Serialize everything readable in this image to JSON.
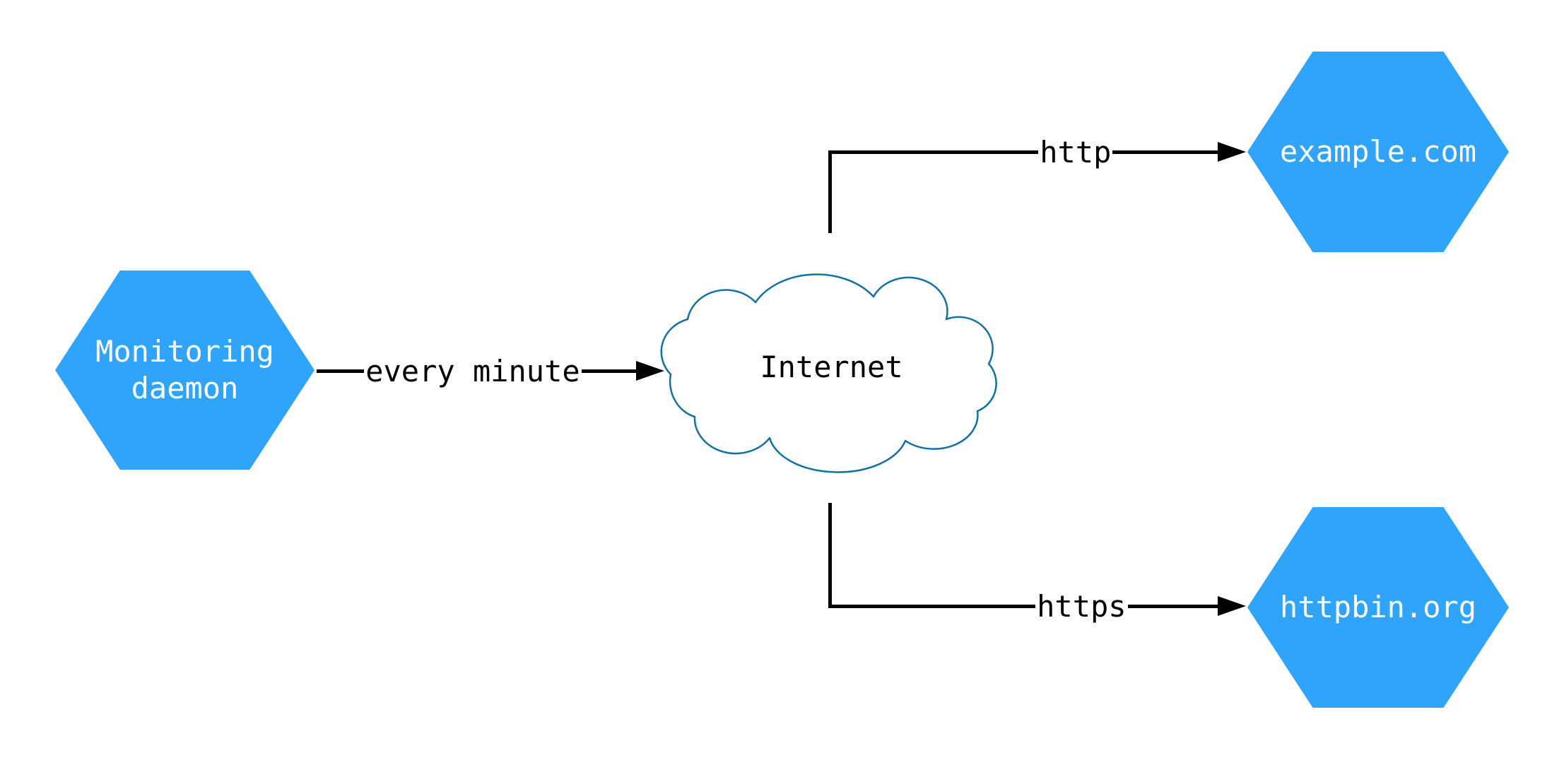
{
  "diagram": {
    "title": "monitoring-daemon-network-diagram",
    "colors": {
      "background": "#ffffff",
      "node_fill": "#2fa4fa",
      "node_text": "#ffffff",
      "cloud_stroke": "#1172a2",
      "cloud_fill": "#ffffff",
      "edge": "#000000",
      "edge_label_text": "#000000"
    },
    "nodes": {
      "monitoring_daemon": {
        "shape": "hexagon",
        "label_line1": "Monitoring",
        "label_line2": "daemon"
      },
      "internet": {
        "shape": "cloud",
        "label": "Internet"
      },
      "example_com": {
        "shape": "hexagon",
        "label": "example.com"
      },
      "httpbin_org": {
        "shape": "hexagon",
        "label": "httpbin.org"
      }
    },
    "edges": [
      {
        "from": "monitoring_daemon",
        "to": "internet",
        "label": "every minute",
        "style": "straight-arrow"
      },
      {
        "from": "internet",
        "to": "example_com",
        "label": "http",
        "style": "elbow-arrow"
      },
      {
        "from": "internet",
        "to": "httpbin_org",
        "label": "https",
        "style": "elbow-arrow"
      }
    ]
  }
}
